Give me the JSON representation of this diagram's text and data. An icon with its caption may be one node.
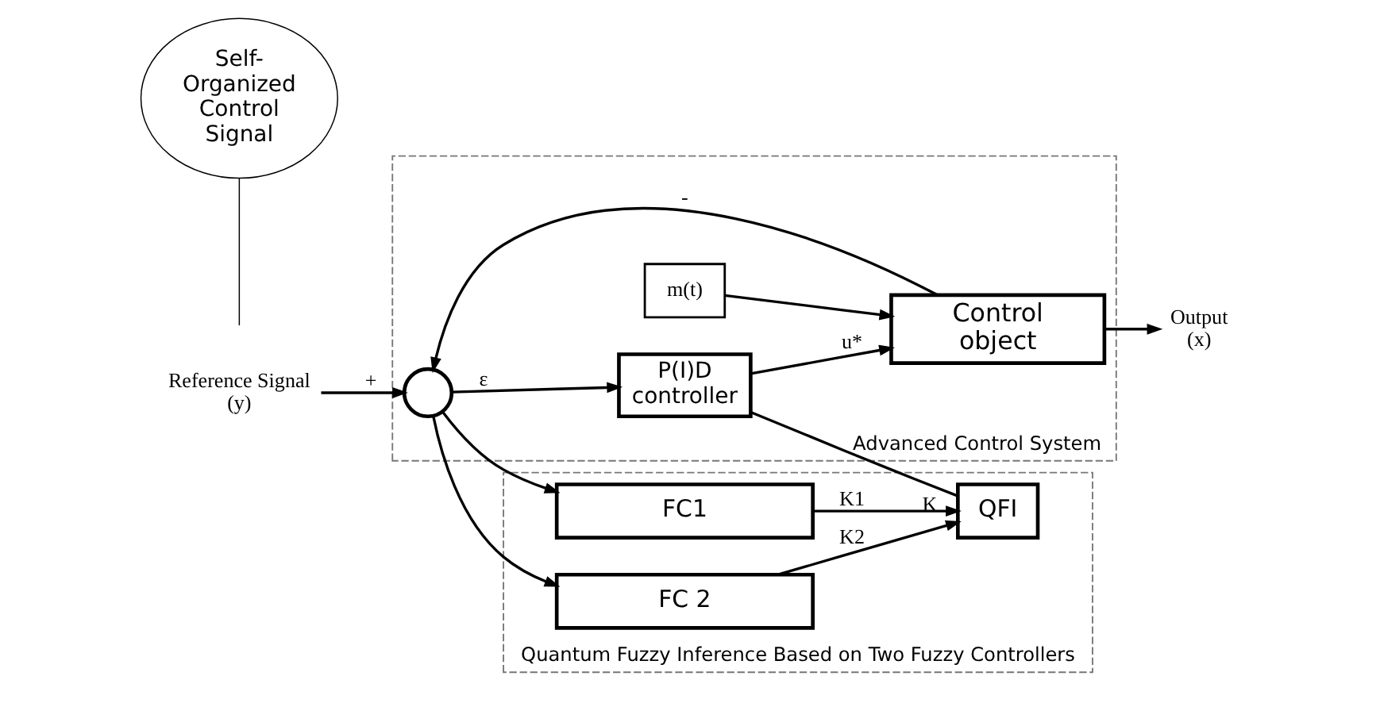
{
  "diagram": {
    "nodes": [
      {
        "text": [
          "Quantum Fuzzy Inference Based on Two Fuzzy Controllers"
        ]
      },
      {
        "text": [
          "FC1"
        ],
        "in": 0
      },
      {
        "text": [
          "FC 2"
        ],
        "in": 0
      },
      {
        "text": [
          "QFI"
        ],
        "in": 0
      },
      {
        "text": [
          "Advanced Control System"
        ]
      },
      {
        "text": [],
        "shape": "circle",
        "in": 4
      },
      {
        "text": [
          "P(I)D controller"
        ],
        "in": 4
      },
      {
        "text": [
          "Control object"
        ],
        "in": 4
      },
      {
        "text": [
          "m(t)"
        ],
        "in": 4
      },
      {
        "text": [
          "Self-Organized Control Signal"
        ]
      },
      {
        "text": [
          "Reference Signal (y)"
        ]
      },
      {
        "text": [
          "Output (x)"
        ]
      }
    ],
    "edges": [
      {
        "from": 10,
        "to": 5,
        "arrow": "to",
        "label": "+"
      },
      {
        "from": 5,
        "to": 1,
        "arrow": "to"
      },
      {
        "from": 5,
        "to": 2,
        "arrow": "to"
      },
      {
        "from": 1,
        "to": 3,
        "arrow": "to",
        "label": "K1"
      },
      {
        "from": 2,
        "to": 3,
        "arrow": "to",
        "label": "K2"
      },
      {
        "from": 3,
        "to": 6,
        "arrow": "none",
        "label": "K"
      },
      {
        "from": 5,
        "to": 6,
        "arrow": "to",
        "label": "ε"
      },
      {
        "from": 6,
        "to": 7,
        "arrow": "to",
        "label": "u*"
      },
      {
        "from": 8,
        "to": 7,
        "arrow": "to"
      },
      {
        "from": 7,
        "to": 11,
        "arrow": "to"
      },
      {
        "from": 7,
        "to": 5,
        "arrow": "to",
        "label": "-"
      },
      {
        "from": 9,
        "to": null,
        "arrow": "none"
      }
    ]
  }
}
